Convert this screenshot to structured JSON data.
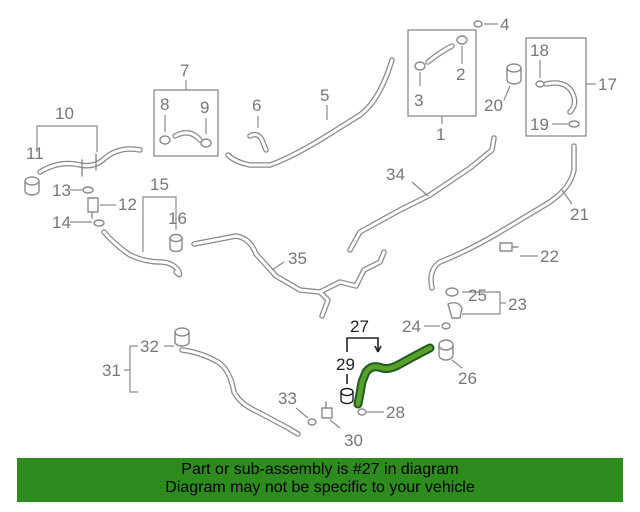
{
  "callouts": {
    "c1": "1",
    "c2": "2",
    "c3": "3",
    "c4": "4",
    "c5": "5",
    "c6": "6",
    "c7": "7",
    "c8": "8",
    "c9": "9",
    "c10": "10",
    "c11": "11",
    "c12": "12",
    "c13": "13",
    "c14": "14",
    "c15": "15",
    "c16": "16",
    "c17": "17",
    "c18": "18",
    "c19": "19",
    "c20": "20",
    "c21": "21",
    "c22": "22",
    "c23": "23",
    "c24": "24",
    "c25": "25",
    "c26": "26",
    "c27": "27",
    "c28": "28",
    "c29": "29",
    "c30": "30",
    "c31": "31",
    "c32": "32",
    "c33": "33",
    "c34": "34",
    "c35": "35"
  },
  "highlighted_part": "27",
  "colors": {
    "line_art": "#8a8a8a",
    "highlight_hose": "#58a02a",
    "highlight_outline": "#1f5a1f",
    "banner_background": "#2e8b1e"
  },
  "banner": {
    "line1": "Part or sub-assembly is #27 in diagram",
    "line2": "Diagram may not be specific to your vehicle"
  }
}
